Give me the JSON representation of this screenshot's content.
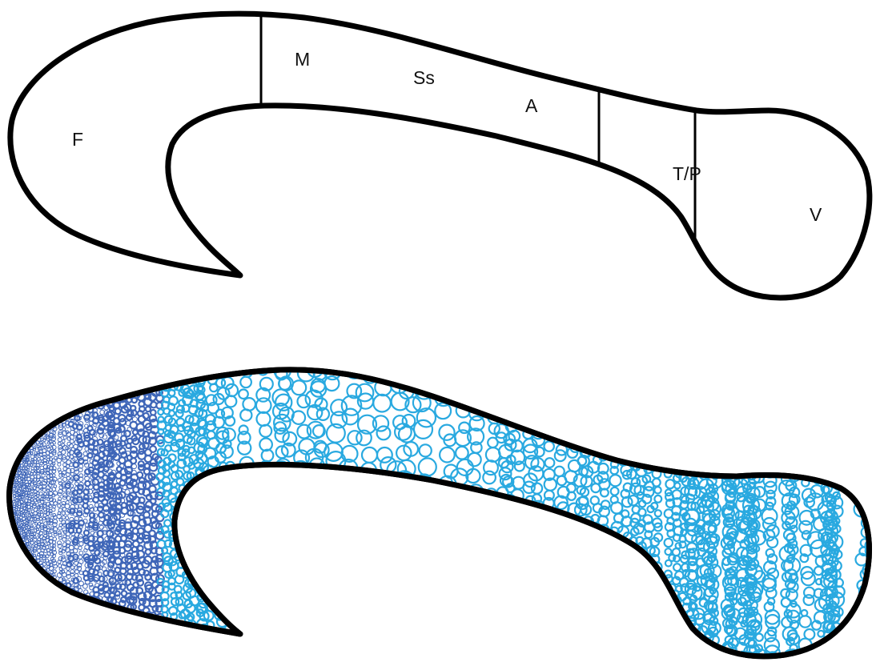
{
  "colors": {
    "outline": "#000000",
    "bubble_large": "#29a9e0",
    "bubble_small": "#3f66b8",
    "background": "#ffffff"
  },
  "top_diagram": {
    "regions": {
      "F": "F",
      "M": "M",
      "Ss": "Ss",
      "A": "A",
      "TP": "T/P",
      "V": "V"
    }
  },
  "bottom_diagram": {
    "fill_pattern": "circles",
    "gradient_note": ""
  }
}
